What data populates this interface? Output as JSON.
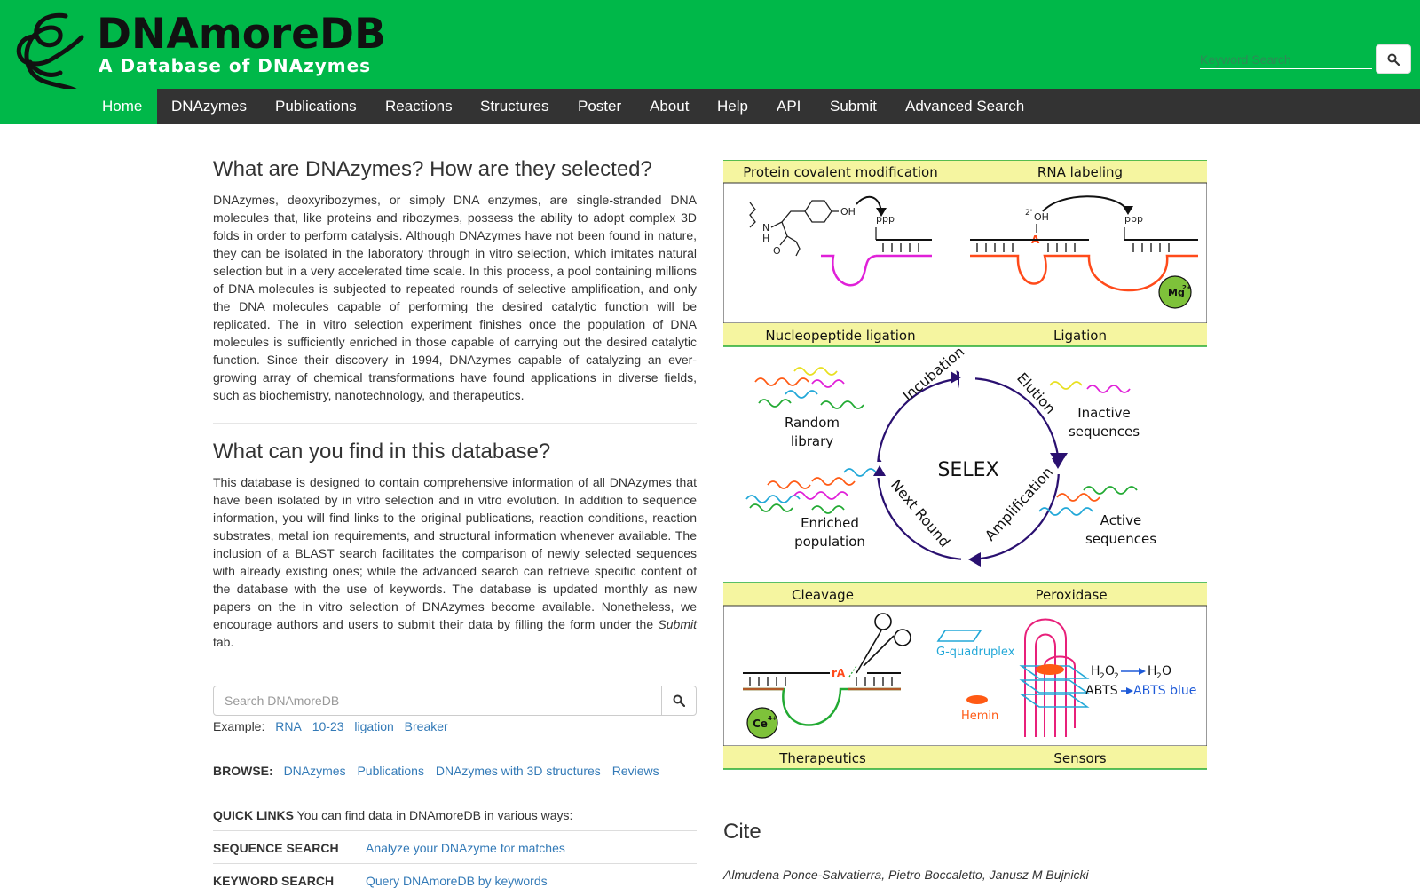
{
  "header": {
    "title": "DNAmoreDB",
    "subtitle": "A Database of DNAzymes",
    "search_placeholder": "Keyword Search",
    "logo_icon": "dnazyme-logo-icon",
    "search_icon": "search-icon"
  },
  "nav": {
    "items": [
      {
        "label": "Home"
      },
      {
        "label": "DNAzymes"
      },
      {
        "label": "Publications"
      },
      {
        "label": "Reactions"
      },
      {
        "label": "Structures"
      },
      {
        "label": "Poster"
      },
      {
        "label": "About"
      },
      {
        "label": "Help"
      },
      {
        "label": "API"
      },
      {
        "label": "Submit"
      },
      {
        "label": "Advanced Search"
      }
    ]
  },
  "intro": {
    "heading": "What are DNAzymes? How are they selected?",
    "text": "DNAzymes, deoxyribozymes, or simply DNA enzymes, are single-stranded DNA molecules that, like proteins and ribozymes, possess the ability to adopt complex 3D folds in order to perform catalysis. Although DNAzymes have not been found in nature, they can be isolated in the laboratory through in vitro selection, which imitates natural selection but in a very accelerated time scale. In this process, a pool containing millions of DNA molecules is subjected to repeated rounds of selective amplification, and only the DNA molecules capable of performing the desired catalytic function will be replicated. The in vitro selection experiment finishes once the population of DNA molecules is sufficiently enriched in those capable of carrying out the desired catalytic function. Since their discovery in 1994, DNAzymes capable of catalyzing an ever-growing array of chemical transformations have found applications in diverse fields, such as biochemistry, nanotechnology, and therapeutics."
  },
  "find": {
    "heading": "What can you find in this database?",
    "text": "This database is designed to contain comprehensive information of all DNAzymes that have been isolated by in vitro selection and in vitro evolution. In addition to sequence information, you will find links to the original publications, reaction conditions, reaction substrates, metal ion requirements, and structural information whenever available. The inclusion of a BLAST search facilitates the comparison of newly selected sequences with already existing ones; while the advanced search can retrieve specific content of the database with the use of keywords. The database is updated monthly as new papers on the in vitro selection of DNAzymes become available. Nonetheless, we encourage authors and users to submit their data by filling the form under the",
    "em": "Submit",
    "tail": "tab."
  },
  "search": {
    "placeholder": "Search DNAmoreDB",
    "example_label": "Example:",
    "examples": [
      "RNA",
      "10-23",
      "ligation",
      "Breaker"
    ]
  },
  "browse": {
    "label": "BROWSE:",
    "links": [
      "DNAzymes",
      "Publications",
      "DNAzymes with 3D structures",
      "Reviews"
    ]
  },
  "quick_links": {
    "label": "QUICK LINKS",
    "text": "You can find data in DNAmoreDB in various ways:",
    "rows": [
      {
        "label": "SEQUENCE SEARCH",
        "link": "Analyze your DNAzyme for matches"
      },
      {
        "label": "KEYWORD SEARCH",
        "link": "Query DNAmoreDB by keywords"
      }
    ]
  },
  "figure": {
    "bands": [
      "Protein covalent modification",
      "RNA labeling",
      "Nucleopeptide ligation",
      "Ligation",
      "Cleavage",
      "Peroxidase",
      "Therapeutics",
      "Sensors"
    ],
    "cycle_center": "SELEX",
    "cycle_steps": [
      "Incubation",
      "Elution",
      "Amplification",
      "Next Round"
    ],
    "pools": [
      "Random",
      "library",
      "Inactive",
      "sequences",
      "Enriched",
      "population",
      "Active",
      "sequences"
    ],
    "labels": {
      "oh": "OH",
      "ppp": "ppp",
      "n": "N",
      "h": "H",
      "o": "O",
      "two_prime": "2'",
      "a": "A",
      "mg": "Mg",
      "mg_charge": "2+",
      "ra": "rA",
      "ce": "Ce",
      "ce_charge": "4+",
      "gq": "G-quadruplex",
      "hemin": "Hemin",
      "sub2": "2",
      "o2": "O",
      "abts": "ABTS",
      "abts_blue": "ABTS blue"
    },
    "colors": {
      "band": "#f5f5a0",
      "magenta": "#e020d8",
      "orange_red": "#ff4a1a",
      "green": "#22aa33",
      "navy": "#2a1070",
      "cyan": "#22a8d8",
      "yellow": "#e8e020",
      "mg_green": "#7ec23a",
      "brown": "#b05a28",
      "pink": "#e8207a",
      "orange": "#ff5a14",
      "blue": "#1e5ad8"
    }
  },
  "cite": {
    "heading": "Cite",
    "authors": "Almudena Ponce-Salvatierra, Pietro Boccaletto, Janusz M Bujnicki"
  },
  "colors": {
    "brand_green": "#00b849",
    "nav_dark": "#333333",
    "link": "#337ab7"
  }
}
